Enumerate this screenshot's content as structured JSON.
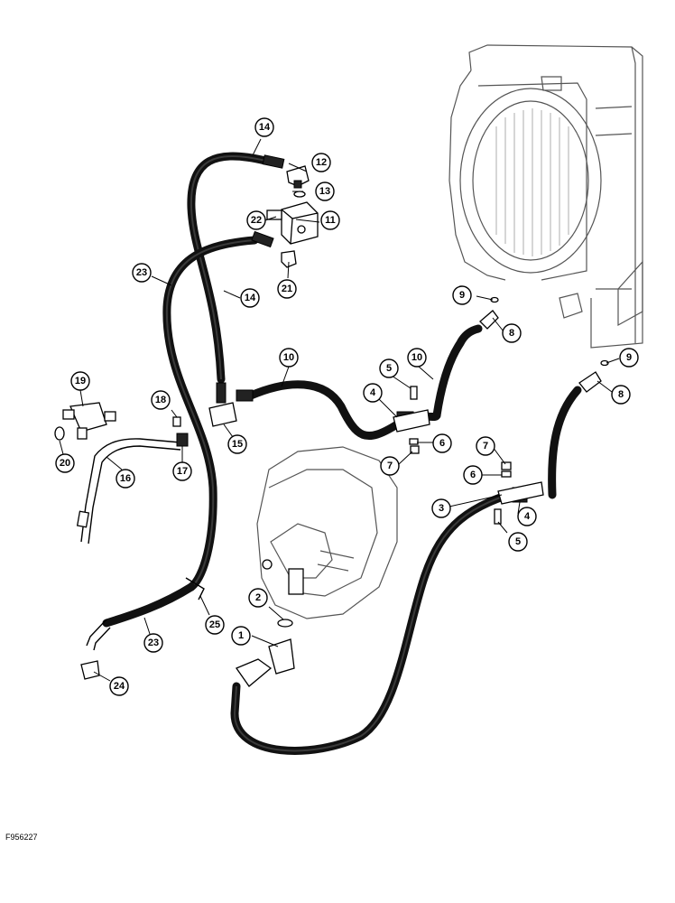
{
  "figure_code": "F956227",
  "callouts": [
    "1",
    "2",
    "3",
    "4",
    "4",
    "5",
    "5",
    "6",
    "6",
    "7",
    "7",
    "8",
    "8",
    "9",
    "9",
    "10",
    "10",
    "11",
    "12",
    "13",
    "14",
    "14",
    "15",
    "16",
    "17",
    "18",
    "19",
    "20",
    "21",
    "22",
    "23",
    "23",
    "24",
    "25"
  ]
}
